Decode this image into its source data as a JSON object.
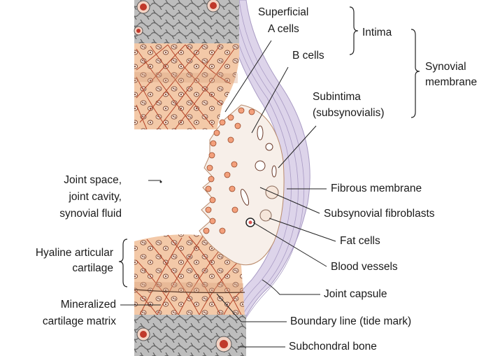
{
  "labels": {
    "superficial_a_cells_1": "Superficial",
    "superficial_a_cells_2": "A cells",
    "intima": "Intima",
    "b_cells": "B cells",
    "synovial_membrane_1": "Synovial",
    "synovial_membrane_2": "membrane",
    "subintima_1": "Subintima",
    "subintima_2": "(subsynovialis)",
    "joint_space_1": "Joint space,",
    "joint_space_2": "joint cavity,",
    "joint_space_3": "synovial fluid",
    "fibrous_membrane": "Fibrous membrane",
    "subsynovial_fibroblasts": "Subsynovial fibroblasts",
    "fat_cells": "Fat cells",
    "hyaline_1": "Hyaline articular",
    "hyaline_2": "cartilage",
    "blood_vessels": "Blood vessels",
    "joint_capsule": "Joint capsule",
    "mineralized_1": "Mineralized",
    "mineralized_2": "cartilage matrix",
    "boundary_line": "Boundary line (tide mark)",
    "subchondral_bone": "Subchondral bone"
  },
  "colors": {
    "cartilage": "#f3c9a8",
    "cartilage_dark": "#e9b28e",
    "fibers": "#b5452a",
    "bone": "#8e8e8e",
    "bone_light": "#cfcfcf",
    "capsule": "#d8d0e6",
    "capsule_line": "#a99bc4",
    "synovial_cells": "#f08b62",
    "vessel": "#d9534f",
    "line": "#222222"
  }
}
